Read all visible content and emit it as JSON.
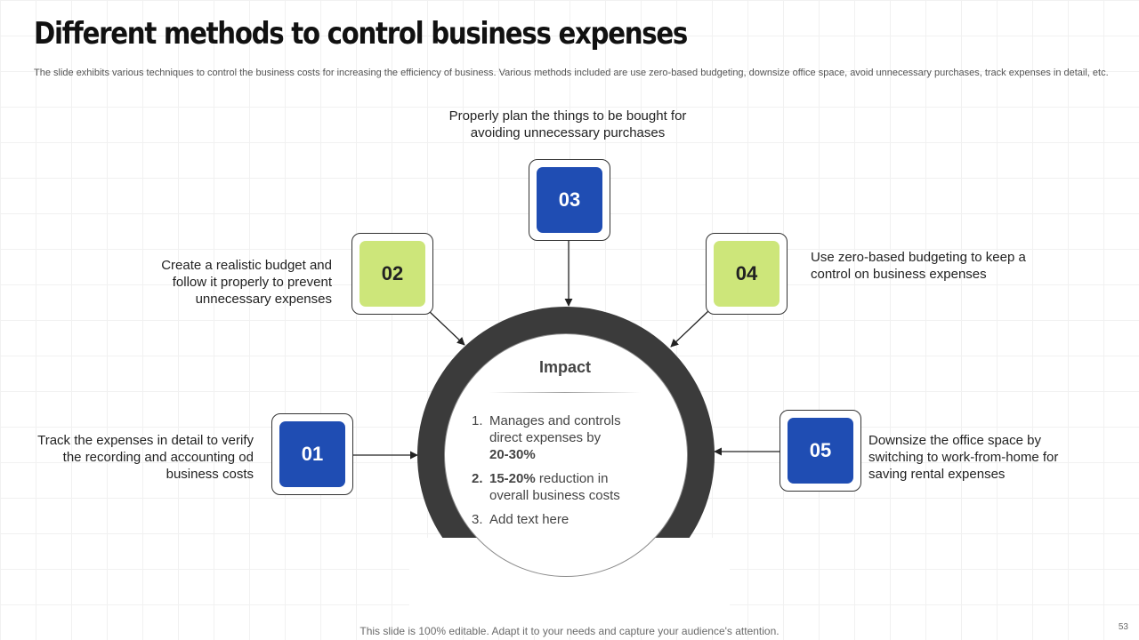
{
  "slide": {
    "title": "Different methods to control business expenses",
    "subtitle": "The slide exhibits various techniques to control the business costs for increasing the efficiency of business. Various methods included are use zero-based budgeting, downsize office space, avoid unnecessary purchases, track expenses in detail, etc.",
    "footer": "This slide is 100% editable. Adapt it to your needs and capture your audience's attention.",
    "page_number": "53"
  },
  "colors": {
    "blue_tile": "#1f4db3",
    "green_tile": "#cde67a",
    "ring": "#3b3b3b"
  },
  "impact": {
    "title": "Impact",
    "items": [
      {
        "num": "1.",
        "text": "Manages and controls direct expenses by",
        "highlight": "20-30%"
      },
      {
        "num": "2.",
        "highlight": "15-20%",
        "text": "reduction in overall business costs"
      },
      {
        "num": "3.",
        "text": "Add text here"
      }
    ]
  },
  "methods": [
    {
      "number": "01",
      "text": "Track the expenses in detail to verify the recording and accounting od business costs"
    },
    {
      "number": "02",
      "text": "Create a realistic budget and follow it properly to prevent unnecessary expenses"
    },
    {
      "number": "03",
      "text": "Properly plan the things to be bought for avoiding unnecessary purchases"
    },
    {
      "number": "04",
      "text": "Use zero-based budgeting to keep a control on business expenses"
    },
    {
      "number": "05",
      "text": "Downsize the office space by switching to work-from-home for saving rental expenses"
    }
  ]
}
